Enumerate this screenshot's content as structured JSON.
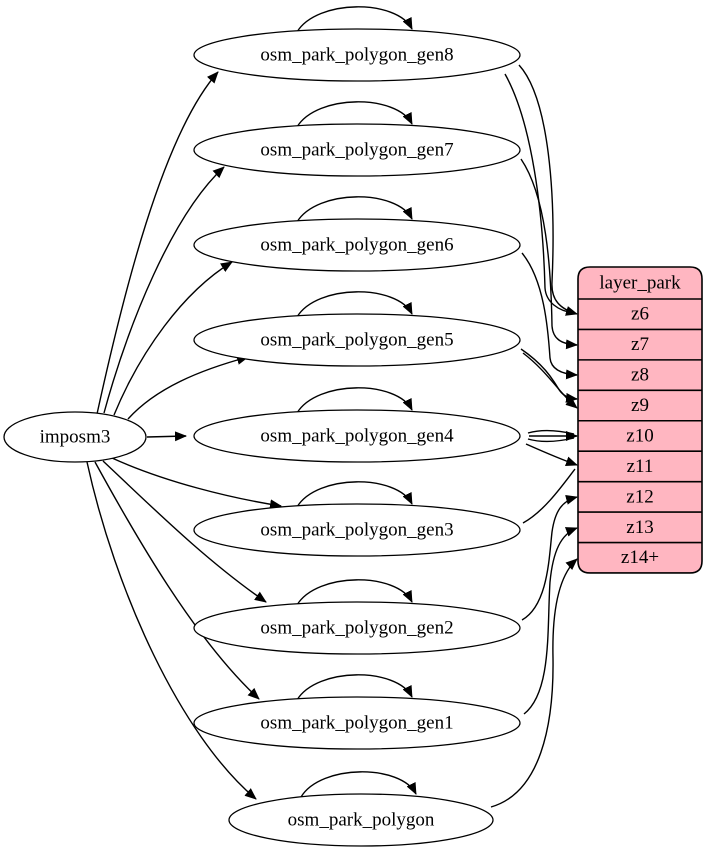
{
  "diagram": {
    "source_node": {
      "id": "imposm3",
      "label": "imposm3"
    },
    "table_nodes": [
      {
        "id": "osm_park_polygon_gen8",
        "label": "osm_park_polygon_gen8"
      },
      {
        "id": "osm_park_polygon_gen7",
        "label": "osm_park_polygon_gen7"
      },
      {
        "id": "osm_park_polygon_gen6",
        "label": "osm_park_polygon_gen6"
      },
      {
        "id": "osm_park_polygon_gen5",
        "label": "osm_park_polygon_gen5"
      },
      {
        "id": "osm_park_polygon_gen4",
        "label": "osm_park_polygon_gen4"
      },
      {
        "id": "osm_park_polygon_gen3",
        "label": "osm_park_polygon_gen3"
      },
      {
        "id": "osm_park_polygon_gen2",
        "label": "osm_park_polygon_gen2"
      },
      {
        "id": "osm_park_polygon_gen1",
        "label": "osm_park_polygon_gen1"
      },
      {
        "id": "osm_park_polygon",
        "label": "osm_park_polygon"
      }
    ],
    "layer_table": {
      "id": "layer_park",
      "title": "layer_park",
      "rows": [
        "z6",
        "z7",
        "z8",
        "z9",
        "z10",
        "z11",
        "z12",
        "z13",
        "z14+"
      ]
    },
    "edges": {
      "from_source": [
        "osm_park_polygon_gen8",
        "osm_park_polygon_gen7",
        "osm_park_polygon_gen6",
        "osm_park_polygon_gen5",
        "osm_park_polygon_gen4",
        "osm_park_polygon_gen3",
        "osm_park_polygon_gen2",
        "osm_park_polygon_gen1",
        "osm_park_polygon"
      ],
      "self_loops": [
        "osm_park_polygon_gen8",
        "osm_park_polygon_gen7",
        "osm_park_polygon_gen6",
        "osm_park_polygon_gen5",
        "osm_park_polygon_gen4",
        "osm_park_polygon_gen3",
        "osm_park_polygon_gen2",
        "osm_park_polygon_gen1",
        "osm_park_polygon"
      ],
      "to_layer": [
        {
          "from": "osm_park_polygon_gen8",
          "to": "z6"
        },
        {
          "from": "osm_park_polygon_gen7",
          "to": "z7"
        },
        {
          "from": "osm_park_polygon_gen6",
          "to": "z8"
        },
        {
          "from": "osm_park_polygon_gen5",
          "to": "z9"
        },
        {
          "from": "osm_park_polygon_gen4",
          "to": "z10"
        },
        {
          "from": "osm_park_polygon_gen3",
          "to": "z11"
        },
        {
          "from": "osm_park_polygon_gen2",
          "to": "z12"
        },
        {
          "from": "osm_park_polygon_gen1",
          "to": "z13"
        },
        {
          "from": "osm_park_polygon",
          "to": "z14+"
        }
      ]
    },
    "colors": {
      "background": "#ffffff",
      "node_fill": "#ffffff",
      "node_stroke": "#000000",
      "edge": "#000000",
      "table_fill": "#ffb6c1",
      "table_stroke": "#000000",
      "text": "#000000"
    }
  }
}
